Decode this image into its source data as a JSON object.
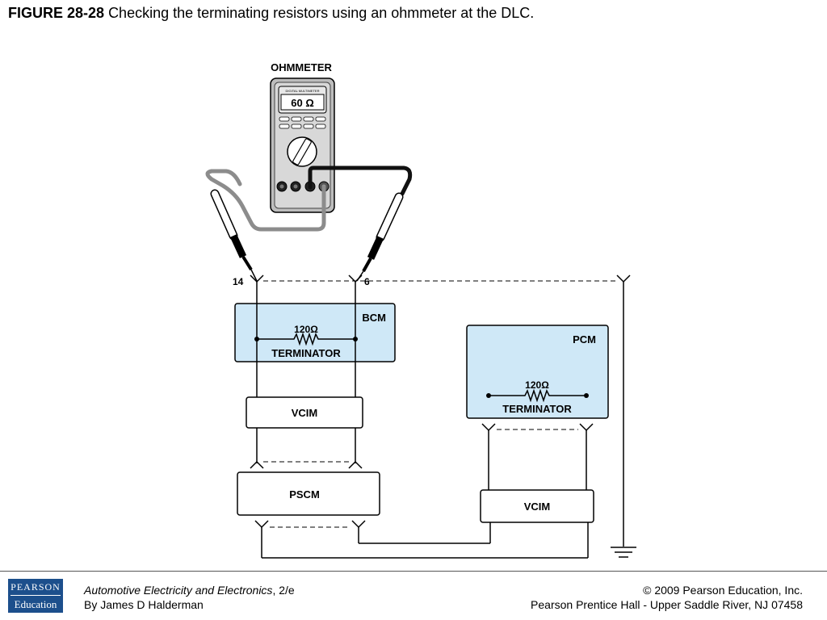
{
  "caption": {
    "figure_number": "FIGURE 28-28",
    "text": "Checking the terminating resistors using an ohmmeter at the DLC."
  },
  "diagram": {
    "ohmmeter_label": "OHMMETER",
    "meter_brand": "DIGITAL MULTIMETER",
    "meter_reading": "60 Ω",
    "pin_left": "14",
    "pin_right": "6",
    "bcm": {
      "label": "BCM",
      "resistor_value": "120Ω",
      "resistor_label": "TERMINATOR"
    },
    "pcm": {
      "label": "PCM",
      "resistor_value": "120Ω",
      "resistor_label": "TERMINATOR"
    },
    "vcim_left": "VCIM",
    "pscm": "PSCM",
    "vcim_right": "VCIM"
  },
  "footer": {
    "logo_line1": "PEARSON",
    "logo_line2": "Education",
    "book_title": "Automotive Electricity and Electronics",
    "book_edition": ", 2/e",
    "author": "By James D Halderman",
    "copyright": "© 2009 Pearson Education, Inc.",
    "publisher": "Pearson Prentice Hall - Upper Saddle River, NJ 07458"
  },
  "colors": {
    "module_fill": "#cfe8f7",
    "logo_blue": "#1c4f8c",
    "meter_body": "#cfcfcf"
  }
}
